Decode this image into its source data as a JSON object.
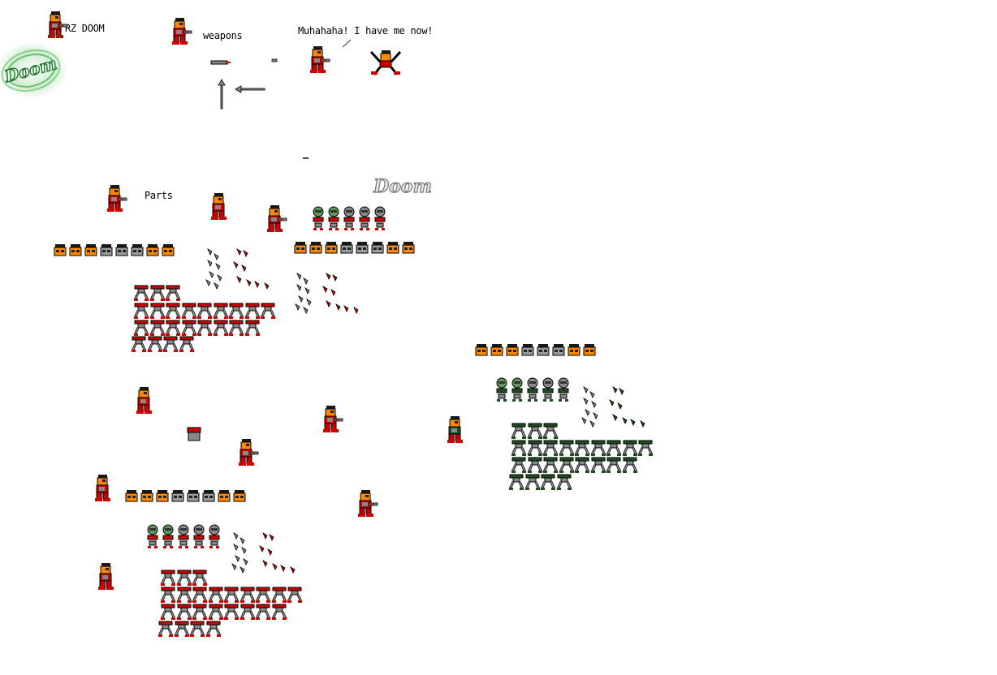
{
  "labels": {
    "title": "RZ DOOM",
    "weapons": "weapons",
    "speech": "Muhahaha! I have me now!",
    "parts": "Parts"
  },
  "logos": {
    "green_logo_text": "Doom",
    "grey_logo_text": "Doom"
  },
  "colors": {
    "skin": "#ff8800",
    "hair": "#1a1a1a",
    "red": "#cc0000",
    "grey": "#888888",
    "dark_green": "#1f4d1f",
    "green_logo": "#3fae4a"
  },
  "sprite_sheets": [
    {
      "palette": "red"
    },
    {
      "palette": "red"
    },
    {
      "palette": "red"
    },
    {
      "palette": "green"
    }
  ]
}
